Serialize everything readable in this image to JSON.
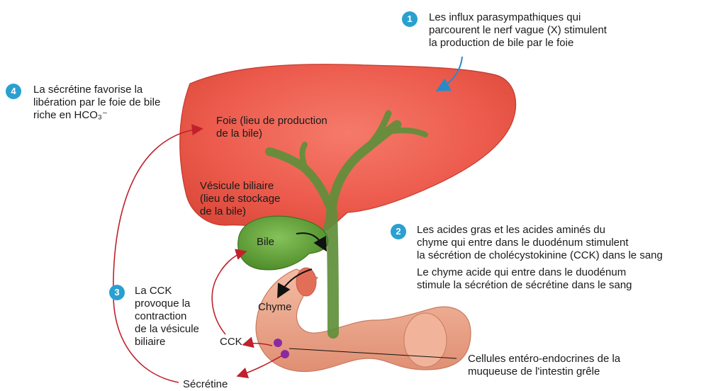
{
  "steps": [
    {
      "number": "1",
      "lines": [
        "Les influx parasympathiques qui",
        "parcourent le nerf vague (X) stimulent",
        "la production de bile par le foie"
      ]
    },
    {
      "number": "2",
      "lines": [
        "Les acides gras et les acides aminés du",
        "chyme qui entre dans le duodénum stimulent",
        "la sécrétion de cholécystokinine (CCK) dans le sang"
      ],
      "extra_lines": [
        "Le chyme acide qui entre dans le duodénum",
        "stimule la sécrétion de sécrétine dans le sang"
      ]
    },
    {
      "number": "3",
      "lines": [
        "La CCK",
        "provoque la",
        "contraction",
        "de la vésicule",
        "biliaire"
      ]
    },
    {
      "number": "4",
      "lines": [
        "La sécrétine favorise la",
        "libération par le foie de bile",
        "riche en HCO₃⁻"
      ]
    }
  ],
  "labels": {
    "liver": [
      "Foie (lieu de production",
      "de la bile)"
    ],
    "gallbladder": [
      "Vésicule biliaire",
      "(lieu de stockage",
      "de la bile)"
    ],
    "bile": "Bile",
    "chyme": "Chyme",
    "cck": "CCK",
    "secretin": "Sécrétine",
    "cells": [
      "Cellules entéro-endocrines de la",
      "muqueuse de l'intestin grêle"
    ]
  },
  "colors": {
    "liver": "#ec5a4c",
    "gallbladder": "#5fa032",
    "intestine": "#e9a48a",
    "arrow": "#c0212c",
    "badge": "#2aa0d0",
    "cells": "#8a2aa0"
  }
}
